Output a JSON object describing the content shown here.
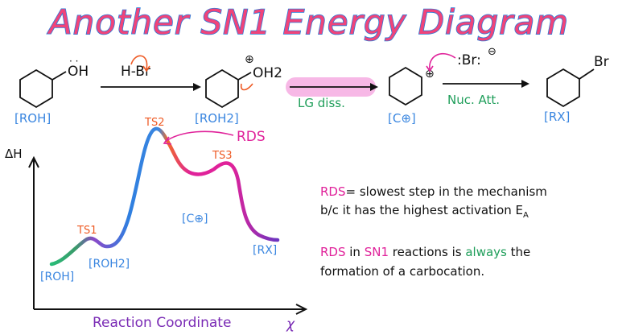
{
  "title": "Another SN1 Energy Diagram",
  "scheme": {
    "roh_label": "[ROH]",
    "roh2_label": "[ROH2]",
    "cplus_label": "[C⊕]",
    "rx_label": "[RX]",
    "reagent": "H-Br",
    "oh": "OH",
    "oh2": "OH2",
    "step1": "LG diss.",
    "step2": "Nuc. Att.",
    "br_anion": ":Br:",
    "br": "Br"
  },
  "diagram": {
    "y_axis_label": "ΔH",
    "x_axis_label": "Reaction Coordinate",
    "x_symbol": "χ",
    "ts1": "TS1",
    "ts2": "TS2",
    "ts3": "TS3",
    "rds": "RDS",
    "roh": "[ROH]",
    "roh2": "[ROH2]",
    "cplus": "[C⊕]",
    "rx": "[RX]"
  },
  "notes": {
    "n1_key": "RDS",
    "n1_line1": "= slowest step in the mechanism",
    "n1_line2": "b/c it has the highest activation E",
    "n1_sub": "A",
    "n2_a": "RDS",
    "n2_b": " in ",
    "n2_c": "SN1",
    "n2_d": " reactions is ",
    "n2_e": "always",
    "n2_f": " the",
    "n2_line2": "formation of a carbocation."
  },
  "colors": {
    "title_fill": "#f0447a",
    "title_stroke": "#2a7bd9",
    "blue": "#3a86e0",
    "green": "#1f9e5a",
    "magenta": "#e0229a",
    "orange": "#ee5a24",
    "purple": "#7a2bb5",
    "highlight": "#f5a6e0"
  }
}
